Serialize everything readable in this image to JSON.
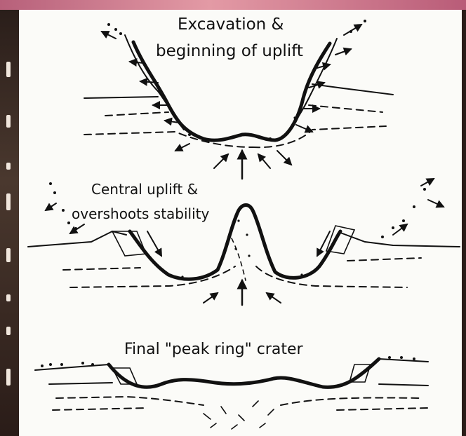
{
  "stages": [
    {
      "id": "excavation",
      "caption_lines": [
        "Excavation &",
        "beginning of uplift"
      ]
    },
    {
      "id": "central-uplift",
      "caption_lines": [
        "Central uplift &",
        "overshoots stability"
      ]
    },
    {
      "id": "peak-ring",
      "caption_lines": [
        "Final \"peak ring\" crater"
      ]
    }
  ],
  "colors": {
    "ink": "#111111",
    "paper": "#fbfbf8",
    "frame_top": "#d88aa0",
    "frame_side": "#3a2b24"
  }
}
